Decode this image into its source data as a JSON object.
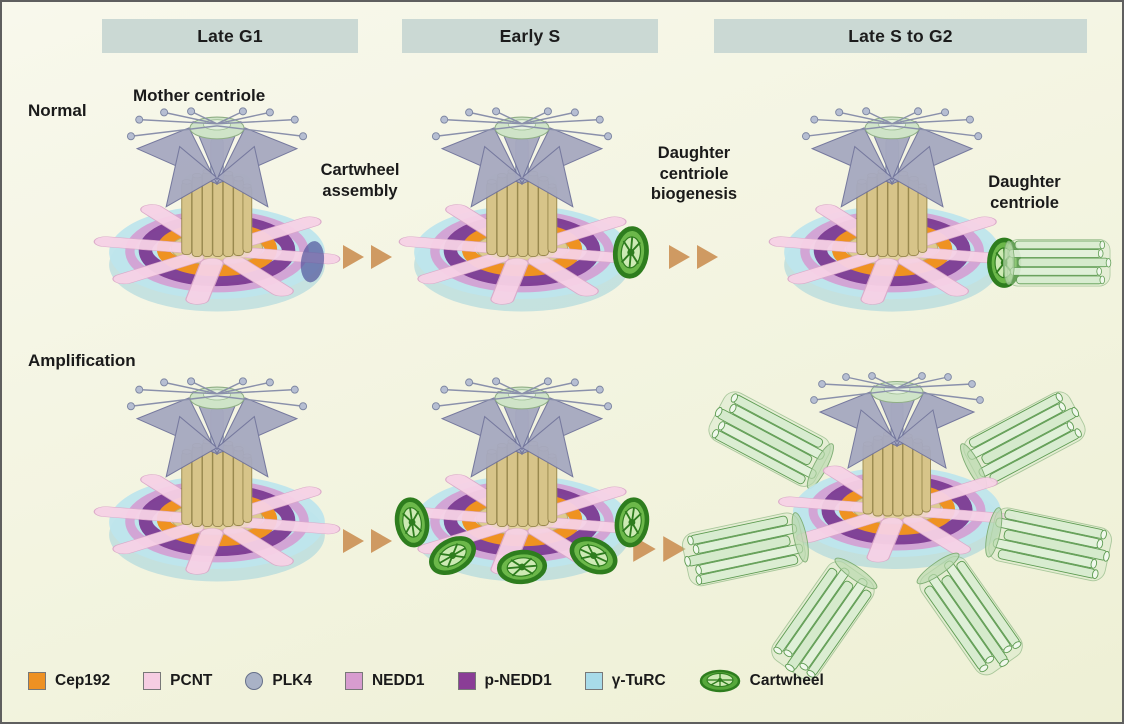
{
  "colors": {
    "background_top": "#f8f8ec",
    "background_bottom": "#eef0d5",
    "phase_header_bg": "#cbd9d4",
    "phase_header_text": "#1c1c1c",
    "label_text": "#1a1a1a",
    "arrow": "#cf9a62"
  },
  "phases": [
    {
      "label": "Late G1"
    },
    {
      "label": "Early S"
    },
    {
      "label": "Late S to G2"
    }
  ],
  "rows": [
    {
      "label": "Normal"
    },
    {
      "label": "Amplification"
    }
  ],
  "annotations": {
    "mother_centriole": "Mother centriole",
    "cartwheel_assembly": "Cartwheel\nassembly",
    "daughter_centriole_biogenesis": "Daughter\ncentriole\nbiogenesis",
    "daughter_centriole": "Daughter\ncentriole"
  },
  "legend": [
    {
      "label": "Cep192",
      "swatch": "square",
      "color": "#ee9123"
    },
    {
      "label": "PCNT",
      "swatch": "square",
      "color": "#f6cde2"
    },
    {
      "label": "PLK4",
      "swatch": "sphere",
      "color": "#a9b2c6"
    },
    {
      "label": "NEDD1",
      "swatch": "square",
      "color": "#d79ccf"
    },
    {
      "label": "p-NEDD1",
      "swatch": "square",
      "color": "#8a3d96"
    },
    {
      "label": "γ-TuRC",
      "swatch": "square",
      "color": "#a8dbe9"
    },
    {
      "label": "Cartwheel",
      "swatch": "cartwheel",
      "color": "#57a83b"
    }
  ]
}
